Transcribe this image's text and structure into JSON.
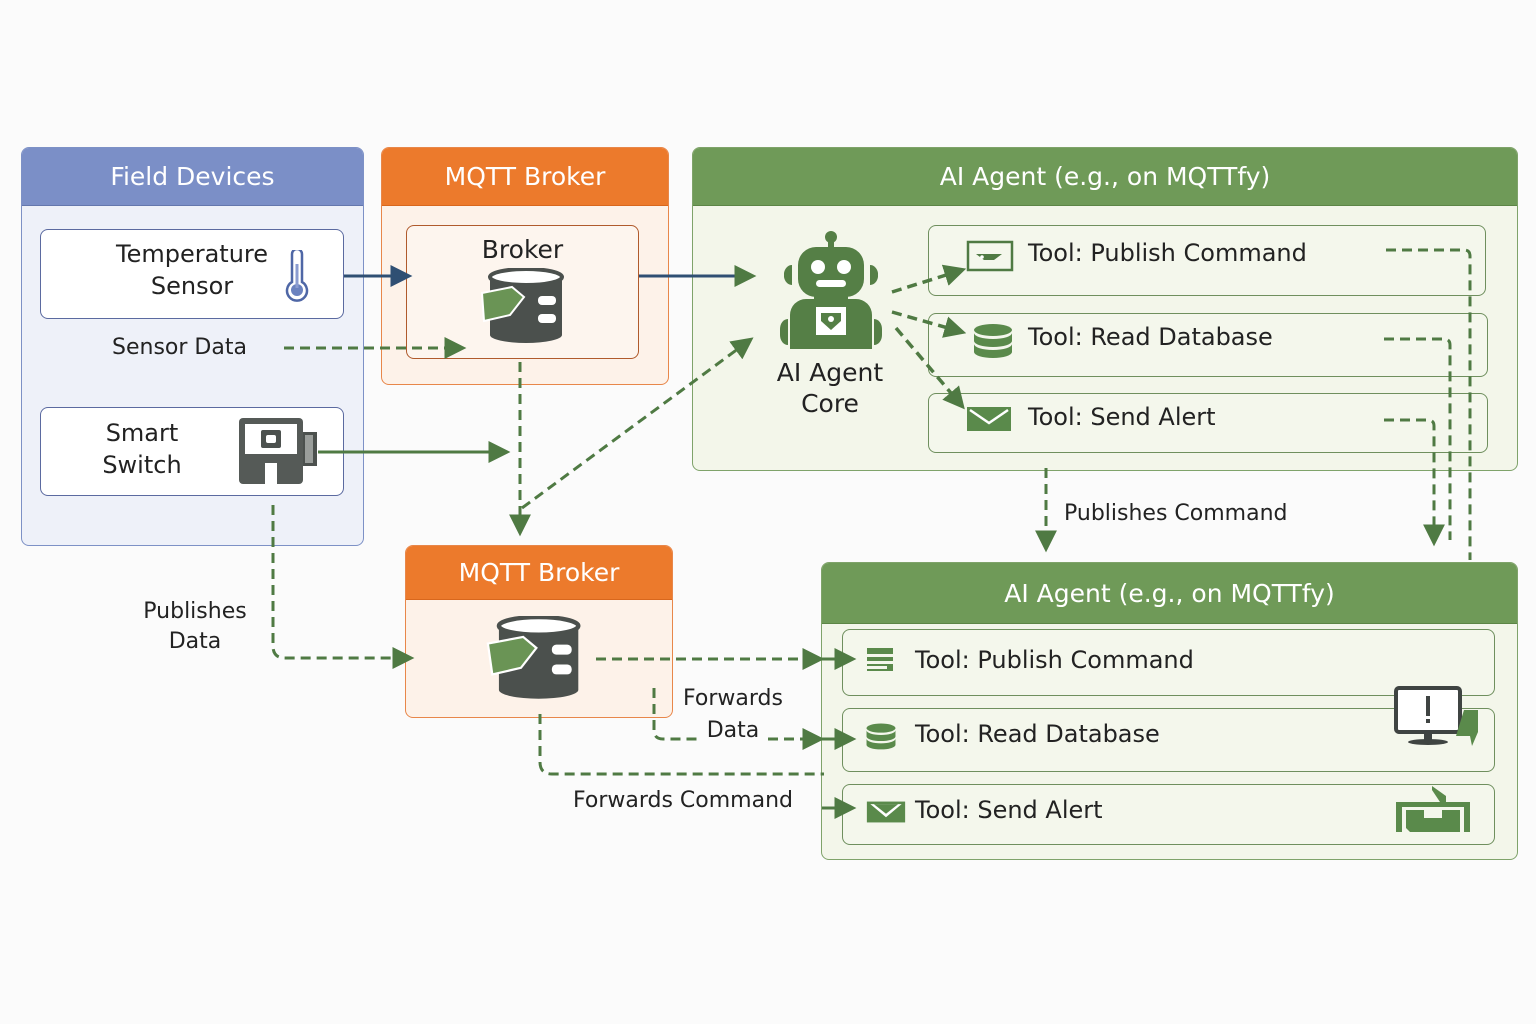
{
  "field_devices": {
    "title": "Field Devices",
    "temperature_sensor": "Temperature Sensor",
    "smart_switch": "Smart Switch",
    "sensor_data_label": "Sensor Data"
  },
  "broker_top": {
    "title": "MQTT Broker",
    "inner_label": "Broker"
  },
  "agent_top": {
    "title": "AI Agent (e.g., on MQTTfy)",
    "core_label": "AI Agent Core",
    "tools": [
      {
        "label": "Tool: Publish Command",
        "icon": "publish-command-icon"
      },
      {
        "label": "Tool: Read Database",
        "icon": "database-icon"
      },
      {
        "label": "Tool: Send Alert",
        "icon": "envelope-icon"
      }
    ]
  },
  "publishes_command_label": "Publishes Command",
  "publishes_data_label": "Publishes Data",
  "broker_bottom": {
    "title": "MQTT Broker"
  },
  "forwards_data_label": "Forwards Data",
  "forwards_command_label": "Forwards Command",
  "agent_bottom": {
    "title": "AI Agent (e.g., on MQTTfy)",
    "tools": [
      {
        "label": "Tool: Publish Command",
        "icon": "publish-command-icon"
      },
      {
        "label": "Tool: Read Database",
        "icon": "database-icon"
      },
      {
        "label": "Tool: Send Alert",
        "icon": "envelope-icon"
      }
    ]
  },
  "colors": {
    "field_devices": "#7b8fc7",
    "broker": "#ec7a2c",
    "agent": "#6f9a58",
    "arrow_solid_blue": "#2f4f73",
    "arrow_green": "#4f7a43"
  }
}
